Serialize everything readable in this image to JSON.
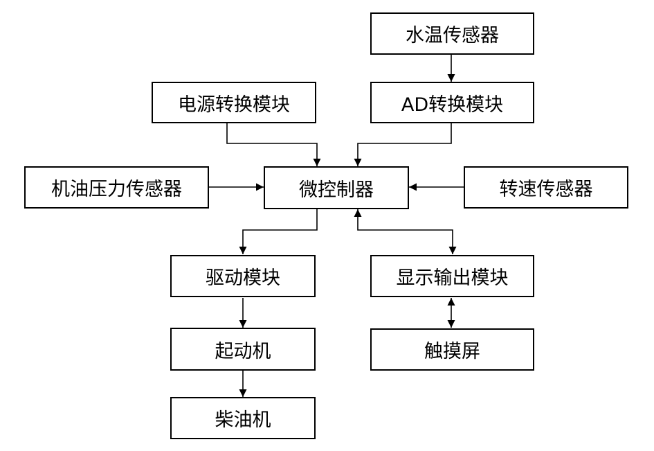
{
  "nodes": {
    "water_temp_sensor": "水温传感器",
    "ad_module": "AD转换模块",
    "power_module": "电源转换模块",
    "oil_pressure_sensor": "机油压力传感器",
    "microcontroller": "微控制器",
    "speed_sensor": "转速传感器",
    "drive_module": "驱动模块",
    "display_module": "显示输出模块",
    "starter": "起动机",
    "touchscreen": "触摸屏",
    "diesel_engine": "柴油机"
  },
  "edges": [
    {
      "from": "water_temp_sensor",
      "to": "ad_module",
      "direction": "forward"
    },
    {
      "from": "ad_module",
      "to": "microcontroller",
      "direction": "forward"
    },
    {
      "from": "power_module",
      "to": "microcontroller",
      "direction": "forward"
    },
    {
      "from": "oil_pressure_sensor",
      "to": "microcontroller",
      "direction": "forward"
    },
    {
      "from": "speed_sensor",
      "to": "microcontroller",
      "direction": "forward"
    },
    {
      "from": "microcontroller",
      "to": "drive_module",
      "direction": "forward"
    },
    {
      "from": "microcontroller",
      "to": "display_module",
      "direction": "both"
    },
    {
      "from": "display_module",
      "to": "touchscreen",
      "direction": "both"
    },
    {
      "from": "drive_module",
      "to": "starter",
      "direction": "forward"
    },
    {
      "from": "starter",
      "to": "diesel_engine",
      "direction": "forward"
    }
  ]
}
